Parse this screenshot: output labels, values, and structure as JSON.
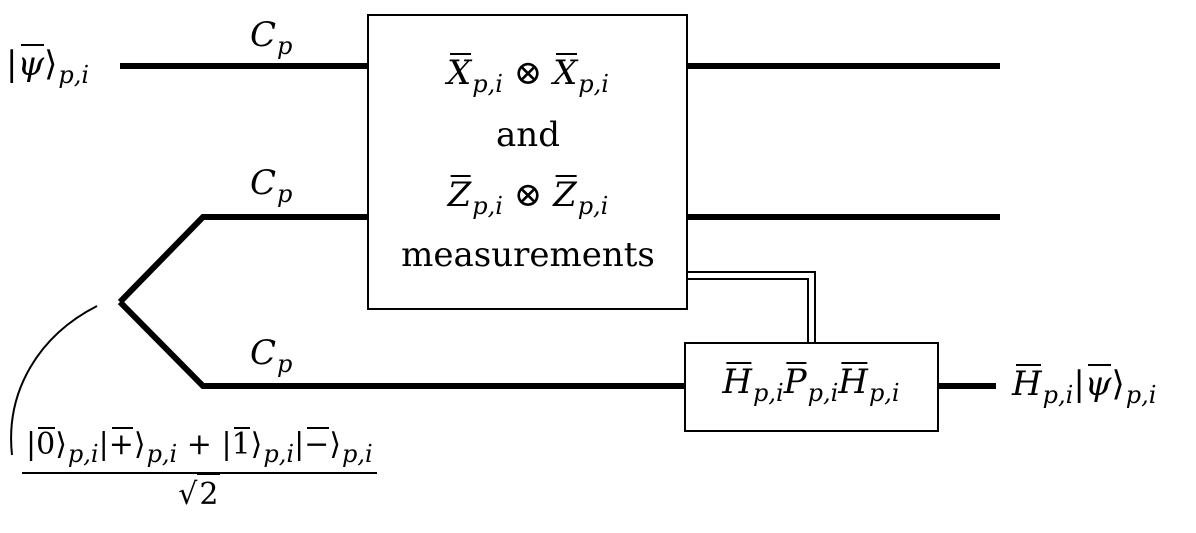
{
  "diagram": {
    "input_state": {
      "prefix": "|",
      "symbol": "ψ",
      "suffix": "⟩",
      "sub": "p,i"
    },
    "wire_labels": [
      {
        "base": "C",
        "sub": "p"
      },
      {
        "base": "C",
        "sub": "p"
      },
      {
        "base": "C",
        "sub": "p"
      }
    ],
    "measure_box": {
      "line1": {
        "a": "X",
        "a_sub": "p,i",
        "op": "⊗",
        "b": "X",
        "b_sub": "p,i"
      },
      "line2": "and",
      "line3": {
        "a": "Z",
        "a_sub": "p,i",
        "op": "⊗",
        "b": "Z",
        "b_sub": "p,i"
      },
      "line4": "measurements"
    },
    "correction_box": {
      "h1": "H",
      "h1_sub": "p,i",
      "p": "P",
      "p_sub": "p,i",
      "h2": "H",
      "h2_sub": "p,i"
    },
    "output_state": {
      "h": "H",
      "h_sub": "p,i",
      "prefix": "|",
      "symbol": "ψ",
      "suffix": "⟩",
      "sub": "p,i"
    },
    "ancilla_state": {
      "t1_bar": "0",
      "t1_sub": "p,i",
      "t2_bar": "+",
      "t2_sub": "p,i",
      "plus": "+",
      "t3_bar": "1",
      "t3_sub": "p,i",
      "t4_bar": "−",
      "t4_sub": "p,i",
      "denominator_radicand": "2",
      "sqrt_symbol": "√"
    }
  }
}
